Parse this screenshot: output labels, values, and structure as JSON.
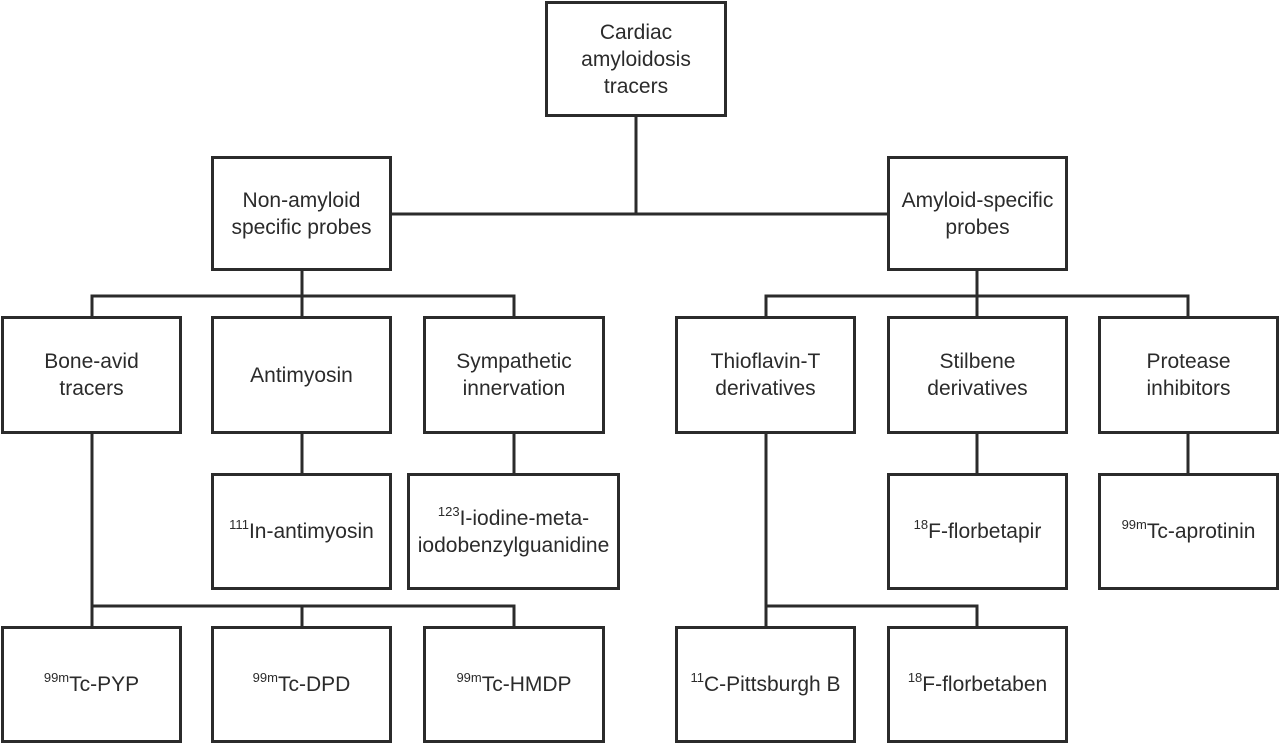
{
  "root": {
    "lines": [
      "Cardiac",
      "amyloidosis",
      "tracers"
    ]
  },
  "categories": {
    "non_amyloid": {
      "lines": [
        "Non-amyloid",
        "specific probes"
      ]
    },
    "amyloid_specific": {
      "lines": [
        "Amyloid-specific",
        "probes"
      ]
    }
  },
  "groups": {
    "bone_avid": {
      "lines": [
        "Bone-avid",
        "tracers"
      ]
    },
    "antimyosin": {
      "lines": [
        "Antimyosin"
      ]
    },
    "sympathetic": {
      "lines": [
        "Sympathetic",
        "innervation"
      ]
    },
    "thioflavin": {
      "lines": [
        "Thioflavin-T",
        "derivatives"
      ]
    },
    "stilbene": {
      "lines": [
        "Stilbene",
        "derivatives"
      ]
    },
    "protease": {
      "lines": [
        "Protease",
        "inhibitors"
      ]
    }
  },
  "tracers": {
    "in_antimyosin": {
      "sup": "111",
      "text": "In-antimyosin"
    },
    "mibg": {
      "sup": "123",
      "text": "I-iodine-meta-",
      "text2": "iodobenzylguanidine"
    },
    "florbetapir": {
      "sup": "18",
      "text": "F-florbetapir"
    },
    "aprotinin": {
      "sup": "99m",
      "text": "Tc-aprotinin"
    },
    "pyp": {
      "sup": "99m",
      "text": "Tc-PYP"
    },
    "dpd": {
      "sup": "99m",
      "text": "Tc-DPD"
    },
    "hmdp": {
      "sup": "99m",
      "text": "Tc-HMDP"
    },
    "pittsburgh": {
      "sup": "11",
      "text": "C-Pittsburgh B"
    },
    "florbetaben": {
      "sup": "18",
      "text": "F-florbetaben"
    }
  }
}
